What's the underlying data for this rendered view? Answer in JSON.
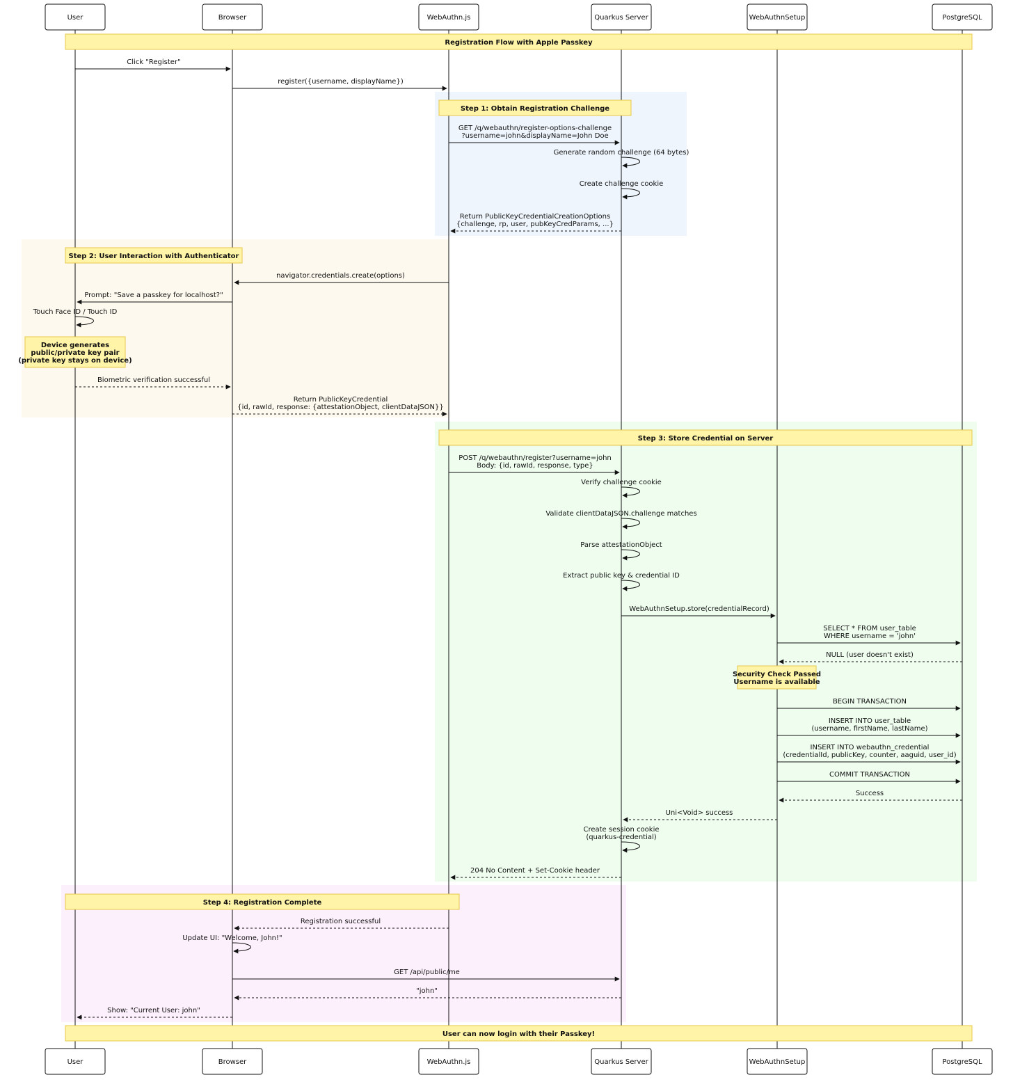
{
  "participants": [
    "User",
    "Browser",
    "WebAuthn.js",
    "Quarkus Server",
    "WebAuthnSetup",
    "PostgreSQL"
  ],
  "colors": {
    "line": "#111111",
    "note_fill": "#fff4a8",
    "note_stroke": "#e7c84a",
    "step1_bg": "#eef5fd",
    "step2_bg": "#fdf9ee",
    "step3_bg": "#eefdee",
    "step4_bg": "#fdf0fd"
  },
  "notes": {
    "title": "Registration Flow with Apple Passkey",
    "step1": "Step 1: Obtain Registration Challenge",
    "step2": "Step 2: User Interaction with Authenticator",
    "device_generates": [
      "Device generates",
      "public/private key pair",
      "(private key stays on device)"
    ],
    "step3": "Step 3: Store Credential on Server",
    "security_check": [
      "Security Check Passed",
      "Username is available"
    ],
    "step4": "Step 4: Registration Complete",
    "final": "User can now login with their Passkey!"
  },
  "messages": [
    {
      "from": "User",
      "to": "Browser",
      "lines": [
        "Click \"Register\""
      ],
      "style": "solid"
    },
    {
      "from": "Browser",
      "to": "WebAuthn.js",
      "lines": [
        "register({username, displayName})"
      ],
      "style": "solid"
    },
    {
      "from": "WebAuthn.js",
      "to": "Quarkus Server",
      "lines": [
        "GET /q/webauthn/register-options-challenge",
        "?username=john&displayName=John Doe"
      ],
      "style": "solid"
    },
    {
      "from": "Quarkus Server",
      "to": "Quarkus Server",
      "lines": [
        "Generate random challenge (64 bytes)"
      ],
      "style": "solid"
    },
    {
      "from": "Quarkus Server",
      "to": "Quarkus Server",
      "lines": [
        "Create challenge cookie"
      ],
      "style": "solid"
    },
    {
      "from": "Quarkus Server",
      "to": "WebAuthn.js",
      "lines": [
        "Return PublicKeyCredentialCreationOptions",
        "{challenge, rp, user, pubKeyCredParams, ...}"
      ],
      "style": "dotted"
    },
    {
      "from": "WebAuthn.js",
      "to": "Browser",
      "lines": [
        "navigator.credentials.create(options)"
      ],
      "style": "solid"
    },
    {
      "from": "Browser",
      "to": "User",
      "lines": [
        "Prompt: \"Save a passkey for localhost?\""
      ],
      "style": "solid"
    },
    {
      "from": "User",
      "to": "User",
      "lines": [
        "Touch Face ID / Touch ID"
      ],
      "style": "solid"
    },
    {
      "from": "User",
      "to": "Browser",
      "lines": [
        "Biometric verification successful"
      ],
      "style": "dotted"
    },
    {
      "from": "Browser",
      "to": "WebAuthn.js",
      "lines": [
        "Return PublicKeyCredential",
        "{id, rawId, response: {attestationObject, clientDataJSON}}"
      ],
      "style": "dotted"
    },
    {
      "from": "WebAuthn.js",
      "to": "Quarkus Server",
      "lines": [
        "POST /q/webauthn/register?username=john",
        "Body: {id, rawId, response, type}"
      ],
      "style": "solid"
    },
    {
      "from": "Quarkus Server",
      "to": "Quarkus Server",
      "lines": [
        "Verify challenge cookie"
      ],
      "style": "solid"
    },
    {
      "from": "Quarkus Server",
      "to": "Quarkus Server",
      "lines": [
        "Validate clientDataJSON.challenge matches"
      ],
      "style": "solid"
    },
    {
      "from": "Quarkus Server",
      "to": "Quarkus Server",
      "lines": [
        "Parse attestationObject"
      ],
      "style": "solid"
    },
    {
      "from": "Quarkus Server",
      "to": "Quarkus Server",
      "lines": [
        "Extract public key & credential ID"
      ],
      "style": "solid"
    },
    {
      "from": "Quarkus Server",
      "to": "WebAuthnSetup",
      "lines": [
        "WebAuthnSetup.store(credentialRecord)"
      ],
      "style": "solid"
    },
    {
      "from": "WebAuthnSetup",
      "to": "PostgreSQL",
      "lines": [
        "SELECT * FROM user_table",
        "WHERE username = 'john'"
      ],
      "style": "solid"
    },
    {
      "from": "PostgreSQL",
      "to": "WebAuthnSetup",
      "lines": [
        "NULL (user doesn't exist)"
      ],
      "style": "dotted"
    },
    {
      "from": "WebAuthnSetup",
      "to": "PostgreSQL",
      "lines": [
        "BEGIN TRANSACTION"
      ],
      "style": "solid"
    },
    {
      "from": "WebAuthnSetup",
      "to": "PostgreSQL",
      "lines": [
        "INSERT INTO user_table",
        "(username, firstName, lastName)"
      ],
      "style": "solid"
    },
    {
      "from": "WebAuthnSetup",
      "to": "PostgreSQL",
      "lines": [
        "INSERT INTO webauthn_credential",
        "(credentialId, publicKey, counter, aaguid, user_id)"
      ],
      "style": "solid"
    },
    {
      "from": "WebAuthnSetup",
      "to": "PostgreSQL",
      "lines": [
        "COMMIT TRANSACTION"
      ],
      "style": "solid"
    },
    {
      "from": "PostgreSQL",
      "to": "WebAuthnSetup",
      "lines": [
        "Success"
      ],
      "style": "dotted"
    },
    {
      "from": "WebAuthnSetup",
      "to": "Quarkus Server",
      "lines": [
        "Uni<Void> success"
      ],
      "style": "dotted"
    },
    {
      "from": "Quarkus Server",
      "to": "Quarkus Server",
      "lines": [
        "Create session cookie",
        "(quarkus-credential)"
      ],
      "style": "solid"
    },
    {
      "from": "Quarkus Server",
      "to": "WebAuthn.js",
      "lines": [
        "204 No Content + Set-Cookie header"
      ],
      "style": "dotted"
    },
    {
      "from": "WebAuthn.js",
      "to": "Browser",
      "lines": [
        "Registration successful"
      ],
      "style": "dotted"
    },
    {
      "from": "Browser",
      "to": "Browser",
      "lines": [
        "Update UI: \"Welcome, John!\""
      ],
      "style": "solid"
    },
    {
      "from": "Browser",
      "to": "Quarkus Server",
      "lines": [
        "GET /api/public/me"
      ],
      "style": "solid"
    },
    {
      "from": "Quarkus Server",
      "to": "Browser",
      "lines": [
        "\"john\""
      ],
      "style": "dotted"
    },
    {
      "from": "Browser",
      "to": "User",
      "lines": [
        "Show: \"Current User: john\""
      ],
      "style": "dotted"
    }
  ]
}
